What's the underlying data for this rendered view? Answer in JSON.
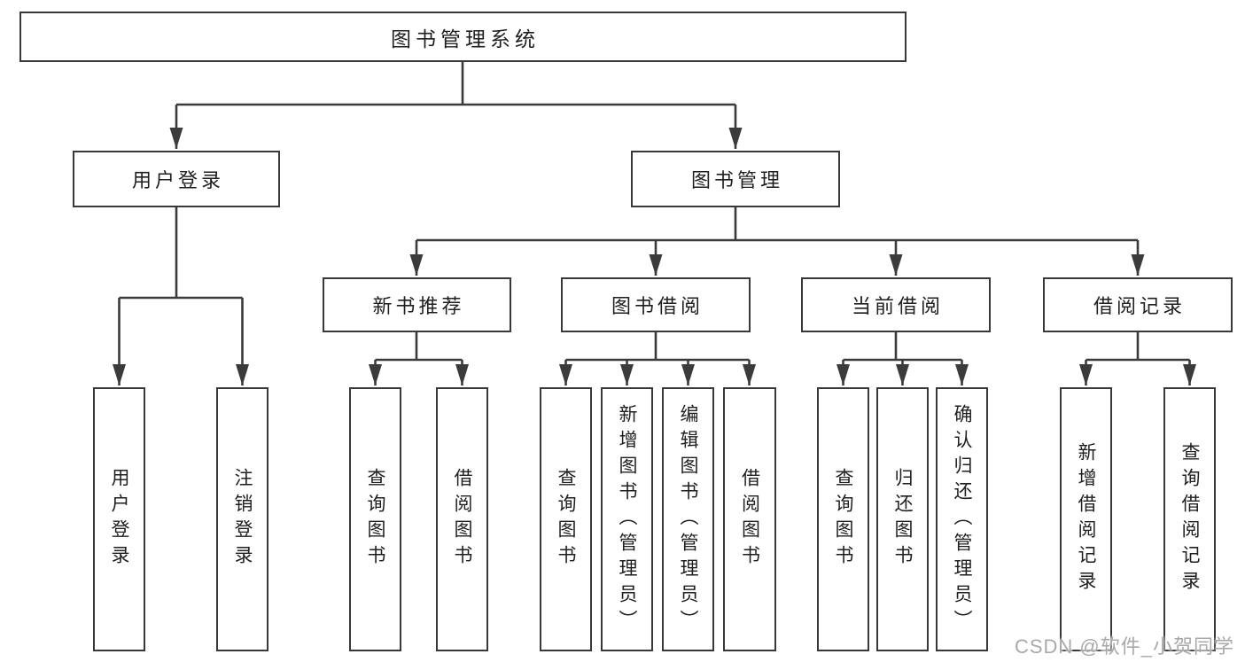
{
  "diagram": {
    "title": "图书管理系统",
    "modules": [
      {
        "label": "用户登录",
        "children": [
          "用户登录",
          "注销登录"
        ]
      },
      {
        "label": "图书管理",
        "sections": [
          {
            "label": "新书推荐",
            "children": [
              "查询图书",
              "借阅图书"
            ]
          },
          {
            "label": "图书借阅",
            "children": [
              "查询图书",
              "新增图书（管理员）",
              "编辑图书（管理员）",
              "借阅图书"
            ]
          },
          {
            "label": "当前借阅",
            "children": [
              "查询图书",
              "归还图书",
              "确认归还（管理员）"
            ]
          },
          {
            "label": "借阅记录",
            "children": [
              "新增借阅记录",
              "查询借阅记录"
            ]
          }
        ]
      }
    ]
  },
  "watermark": "CSDN @软件_小贺同学",
  "colors": {
    "line": "#3b3b3b",
    "border": "#383838",
    "text": "#1f1f1f",
    "background": "#ffffff",
    "watermark": "#a9a9a9"
  }
}
